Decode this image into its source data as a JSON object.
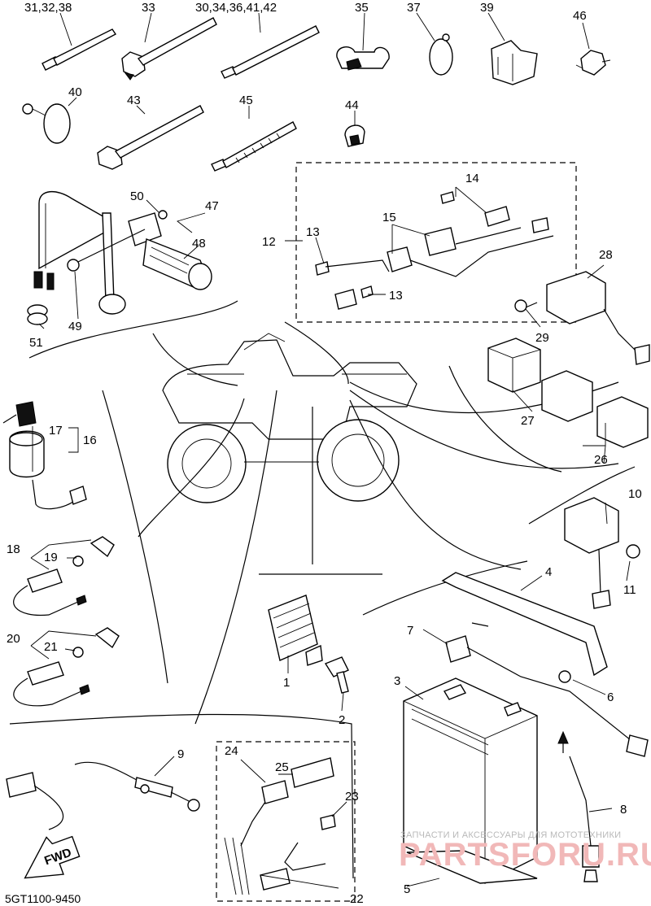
{
  "document": {
    "code": "5GT1100-9450",
    "direction_label": "FWD"
  },
  "watermark": {
    "line1": "ЗАПЧАСТИ И АКСЕССУАРЫ ДЛЯ МОТОТЕХНИКИ",
    "line2": "PARTSFORU.RU"
  },
  "callouts": {
    "c1": "1",
    "c2": "2",
    "c3": "3",
    "c4": "4",
    "c5": "5",
    "c6": "6",
    "c7": "7",
    "c8": "8",
    "c9": "9",
    "c10": "10",
    "c11": "11",
    "c12": "12",
    "c13a": "13",
    "c13b": "13",
    "c14": "14",
    "c15": "15",
    "c16": "16",
    "c17": "17",
    "c18": "18",
    "c19": "19",
    "c20": "20",
    "c21": "21",
    "c22": "22",
    "c23": "23",
    "c24": "24",
    "c25": "25",
    "c26": "26",
    "c27": "27",
    "c28": "28",
    "c29": "29",
    "c31_32_38": "31,32,38",
    "c33": "33",
    "c30_34_36_41_42": "30,34,36,41,42",
    "c35": "35",
    "c37": "37",
    "c39": "39",
    "c40": "40",
    "c43": "43",
    "c44": "44",
    "c45": "45",
    "c46": "46",
    "c47": "47",
    "c48": "48",
    "c49": "49",
    "c50": "50",
    "c51": "51"
  },
  "icons": [
    "fwd-arrow-icon"
  ]
}
